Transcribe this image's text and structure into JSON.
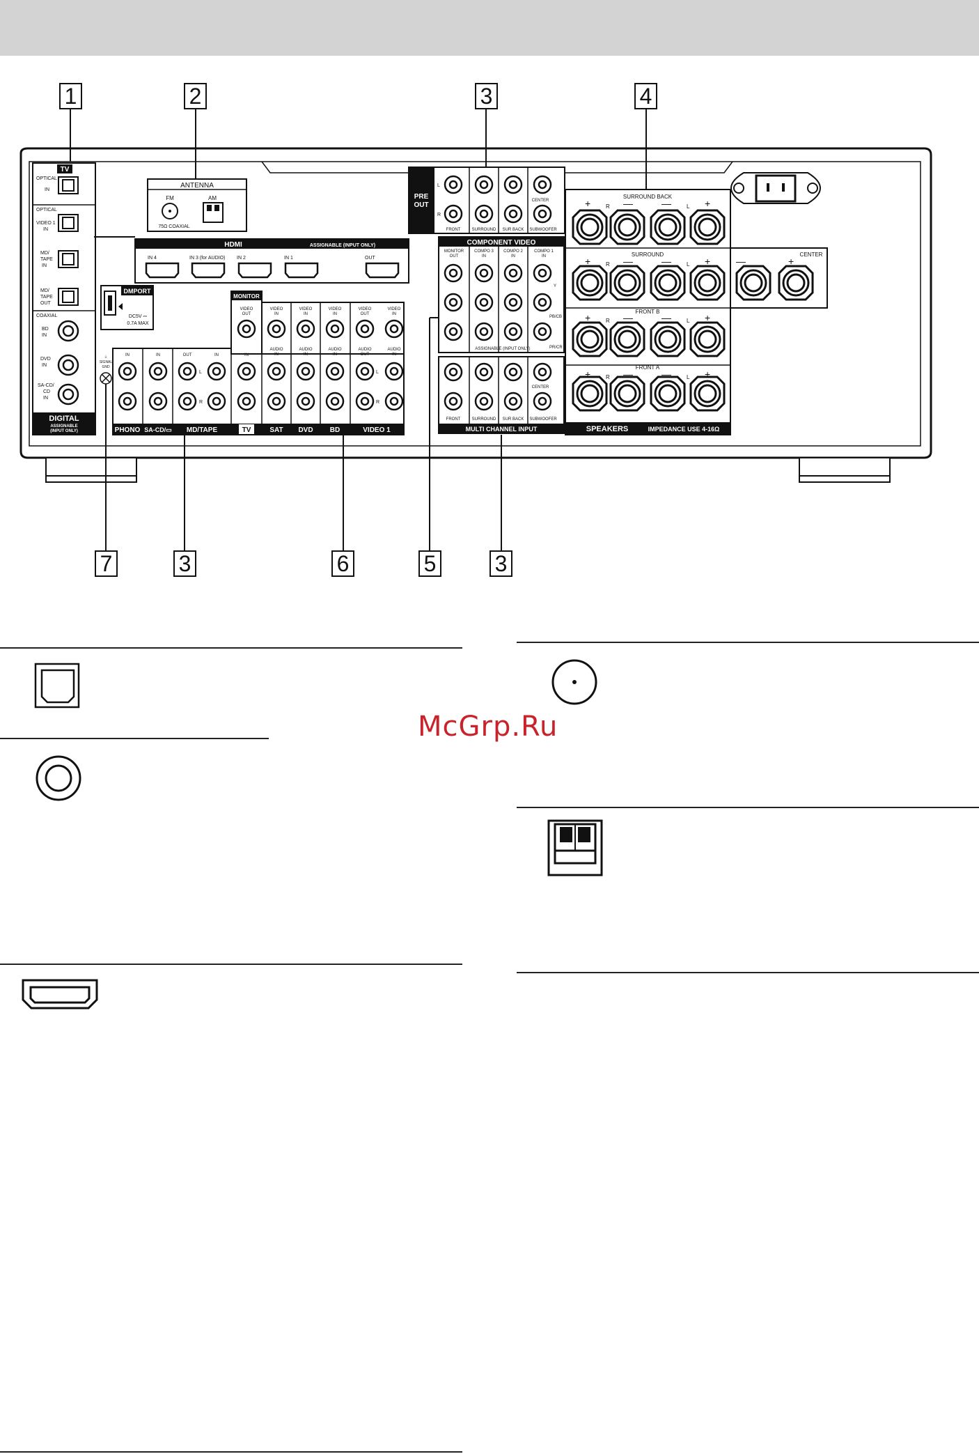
{
  "watermark": "McGrp.Ru",
  "callouts": [
    "1",
    "2",
    "3",
    "4",
    "7",
    "3",
    "6",
    "5",
    "3"
  ],
  "panel": {
    "tv": "TV",
    "optical": "OPTICAL",
    "in": "IN",
    "video1_in": [
      "VIDEO 1",
      "IN"
    ],
    "md_tape_in": [
      "MD/",
      "TAPE",
      "IN"
    ],
    "md_tape_out": [
      "MD/",
      "TAPE",
      "OUT"
    ],
    "coaxial": "COAXIAL",
    "bd_in": [
      "BD",
      "IN"
    ],
    "dvd_in": [
      "DVD",
      "IN"
    ],
    "sacd_in": [
      "SA-CD/",
      "CD",
      "IN"
    ],
    "digital": "DIGITAL",
    "assignable_input_only": [
      "ASSIGNABLE",
      "(INPUT ONLY)"
    ],
    "antenna": "ANTENNA",
    "fm": "FM",
    "am": "AM",
    "coax75": "75Ω COAXIAL",
    "hdmi": "HDMI",
    "hdmi_assignable": "ASSIGNABLE (INPUT ONLY)",
    "hdmi_ports": [
      "IN 4",
      "IN 3 (for AUDIO)",
      "IN 2",
      "IN 1",
      "OUT"
    ],
    "dmport": "DMPORT",
    "dmport_power": [
      "DC5V ⎓",
      "0.7A MAX"
    ],
    "signal_gnd": [
      "⏚",
      "SIGNAL",
      "GND"
    ],
    "pre_out": [
      "PRE",
      "OUT"
    ],
    "pre_out_cols": [
      "FRONT",
      "SURROUND",
      "SUR BACK",
      "SUBWOOFER"
    ],
    "center": "CENTER",
    "L": "L",
    "R": "R",
    "component_video": "COMPONENT VIDEO",
    "comp_cols": [
      [
        "MONITOR",
        "OUT"
      ],
      [
        "COMPO 3",
        "IN"
      ],
      [
        "COMPO 2",
        "IN"
      ],
      [
        "COMPO 1",
        "IN"
      ]
    ],
    "comp_rows": [
      "Y",
      "PB/CB",
      "PR/CR"
    ],
    "comp_assignable": "ASSIGNABLE (INPUT ONLY)",
    "multi_channel_input": "MULTI CHANNEL INPUT",
    "mci_cols": [
      "FRONT",
      "SURROUND",
      "SUR BACK",
      "SUBWOOFER"
    ],
    "monitor": "MONITOR",
    "video_out": [
      "VIDEO",
      "OUT"
    ],
    "video_in": [
      "VIDEO",
      "IN"
    ],
    "audio_in": [
      "AUDIO",
      "IN"
    ],
    "audio_out": [
      "AUDIO",
      "OUT"
    ],
    "out": "OUT",
    "bottom_groups": [
      "PHONO",
      "SA-CD/▭",
      "MD/TAPE",
      "TV",
      "SAT",
      "DVD",
      "BD",
      "VIDEO 1"
    ],
    "surround_back": "SURROUND BACK",
    "surround": "SURROUND",
    "front_b": "FRONT B",
    "front_a": "FRONT A",
    "plus": "+",
    "minus": "—",
    "speakers": "SPEAKERS",
    "impedance": "IMPEDANCE USE 4-16Ω"
  }
}
